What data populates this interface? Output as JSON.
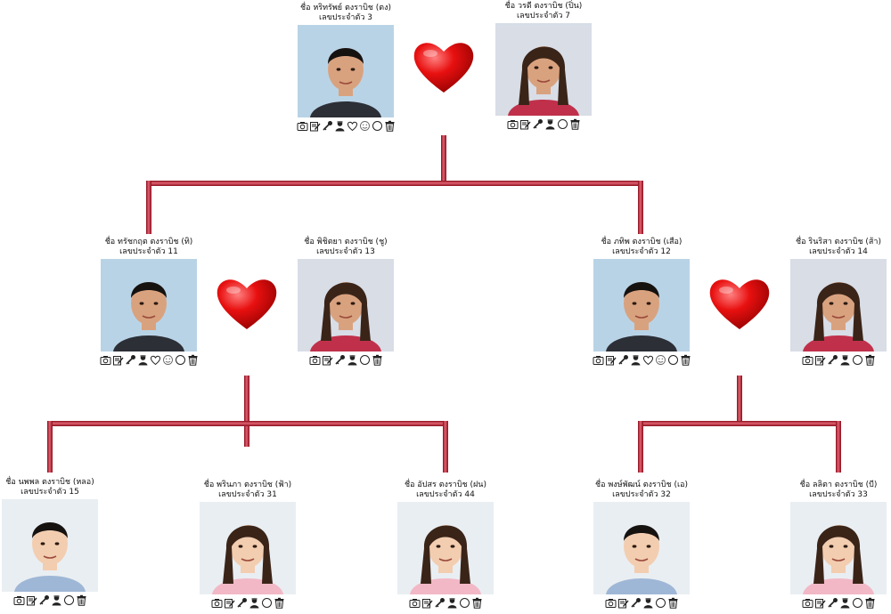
{
  "colors": {
    "connector": "#b0182a",
    "connector_highlight": "#e06070",
    "heart": "#e01010"
  },
  "people": [
    {
      "key": "p3",
      "name": "ชื่อ หริทรัพย์ ตงราบิช (ตง)",
      "id_line": "เลขประจำตัว 3",
      "gender": "m",
      "age": "adult"
    },
    {
      "key": "p7",
      "name": "ชื่อ วรดี ตงราบิช (ปิ่น)",
      "id_line": "เลขประจำตัว 7",
      "gender": "f",
      "age": "adult"
    },
    {
      "key": "p11",
      "name": "ชื่อ ทรัชกฤต ตงราบิช (ทิ)",
      "id_line": "เลขประจำตัว 11",
      "gender": "m",
      "age": "adult"
    },
    {
      "key": "p13",
      "name": "ชื่อ พิชิตยา ตงราบิช (ชู)",
      "id_line": "เลขประจำตัว 13",
      "gender": "f",
      "age": "adult"
    },
    {
      "key": "p12",
      "name": "ชื่อ ภทิพ ตงราบิช (เสือ)",
      "id_line": "เลขประจำตัว 12",
      "gender": "m",
      "age": "adult"
    },
    {
      "key": "p14",
      "name": "ชื่อ รินริสา ตงราบิช (ส้า)",
      "id_line": "เลขประจำตัว 14",
      "gender": "f",
      "age": "adult"
    },
    {
      "key": "p15",
      "name": "ชื่อ นพพล ตงราบิช (หลอ)",
      "id_line": "เลขประจำตัว 15",
      "gender": "m",
      "age": "child"
    },
    {
      "key": "p31",
      "name": "ชื่อ พรินภา ตงราบิช (ฟ้า)",
      "id_line": "เลขประจำตัว 31",
      "gender": "f",
      "age": "child"
    },
    {
      "key": "p44",
      "name": "ชื่อ อัปสร ตงราบิช (ฝน)",
      "id_line": "เลขประจำตัว 44",
      "gender": "f",
      "age": "child"
    },
    {
      "key": "p32",
      "name": "ชื่อ พงษ์พัฒน์ ตงราบิช (เอ)",
      "id_line": "เลขประจำตัว 32",
      "gender": "m",
      "age": "child"
    },
    {
      "key": "p33",
      "name": "ชื่อ ลลิตา ตงราบิช (บี)",
      "id_line": "เลขประจำตัว 33",
      "gender": "f",
      "age": "child"
    }
  ],
  "action_icons": {
    "full": [
      "camera-icon",
      "edit-icon",
      "key-icon",
      "person-icon",
      "heart-outline-icon",
      "smiley-icon",
      "circle-icon",
      "trash-icon"
    ],
    "short": [
      "camera-icon",
      "edit-icon",
      "key-icon",
      "person-icon",
      "circle-icon",
      "trash-icon"
    ]
  }
}
